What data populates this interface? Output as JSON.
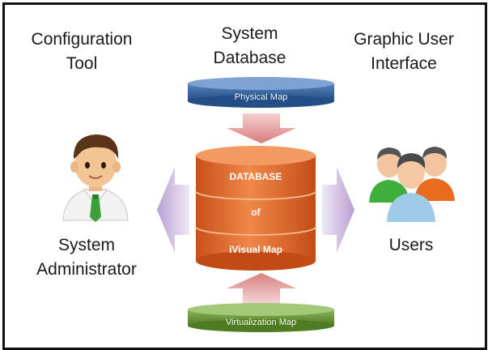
{
  "labels": {
    "config_tool": [
      "Configuration",
      "Tool"
    ],
    "system_database": [
      "System",
      "Database"
    ],
    "gui": [
      "Graphic User",
      "Interface"
    ],
    "system_admin": [
      "System",
      "Administrator"
    ],
    "users": "Users"
  },
  "cylinders": {
    "physical_map": "Physical Map",
    "virtualization_map": "Virtualization Map"
  },
  "database_stack": [
    "DATABASE",
    "of",
    "iVisual Map"
  ],
  "icons": {
    "admin": "administrator-person-icon",
    "users": "users-group-icon"
  },
  "colors": {
    "physical_map": "#2f5f9a",
    "virtualization_map": "#6f9a3a",
    "database": "#e0682a",
    "arrow_vertical": "#e8a0a0",
    "arrow_horizontal": "#c9b6dc"
  }
}
